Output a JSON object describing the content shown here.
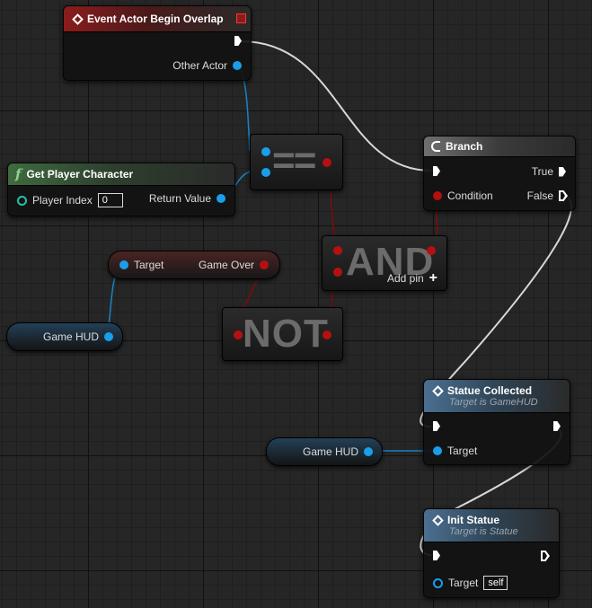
{
  "nodes": {
    "event_begin_overlap": {
      "title": "Event Actor Begin Overlap",
      "other_actor": "Other Actor"
    },
    "get_player_character": {
      "title": "Get Player Character",
      "player_index_label": "Player Index",
      "player_index_value": "0",
      "return_value": "Return Value"
    },
    "equal": {
      "symbol": "=="
    },
    "branch": {
      "title": "Branch",
      "condition": "Condition",
      "true_label": "True",
      "false_label": "False"
    },
    "game_over_getter": {
      "target": "Target",
      "output": "Game Over"
    },
    "game_hud_var_1": {
      "label": "Game HUD"
    },
    "and": {
      "symbol": "AND",
      "add_pin": "Add pin"
    },
    "not": {
      "symbol": "NOT"
    },
    "statue_collected": {
      "title": "Statue Collected",
      "subtitle": "Target is GameHUD",
      "target": "Target"
    },
    "game_hud_var_2": {
      "label": "Game HUD"
    },
    "init_statue": {
      "title": "Init Statue",
      "subtitle": "Target is Statue",
      "target": "Target",
      "target_value": "self"
    }
  },
  "colors": {
    "object_pin": "#1a9eea",
    "bool_pin": "#b51010",
    "exec_pin": "#ffffff",
    "event_header": "#8a1c1c",
    "function_header": "#3f6b3f"
  }
}
